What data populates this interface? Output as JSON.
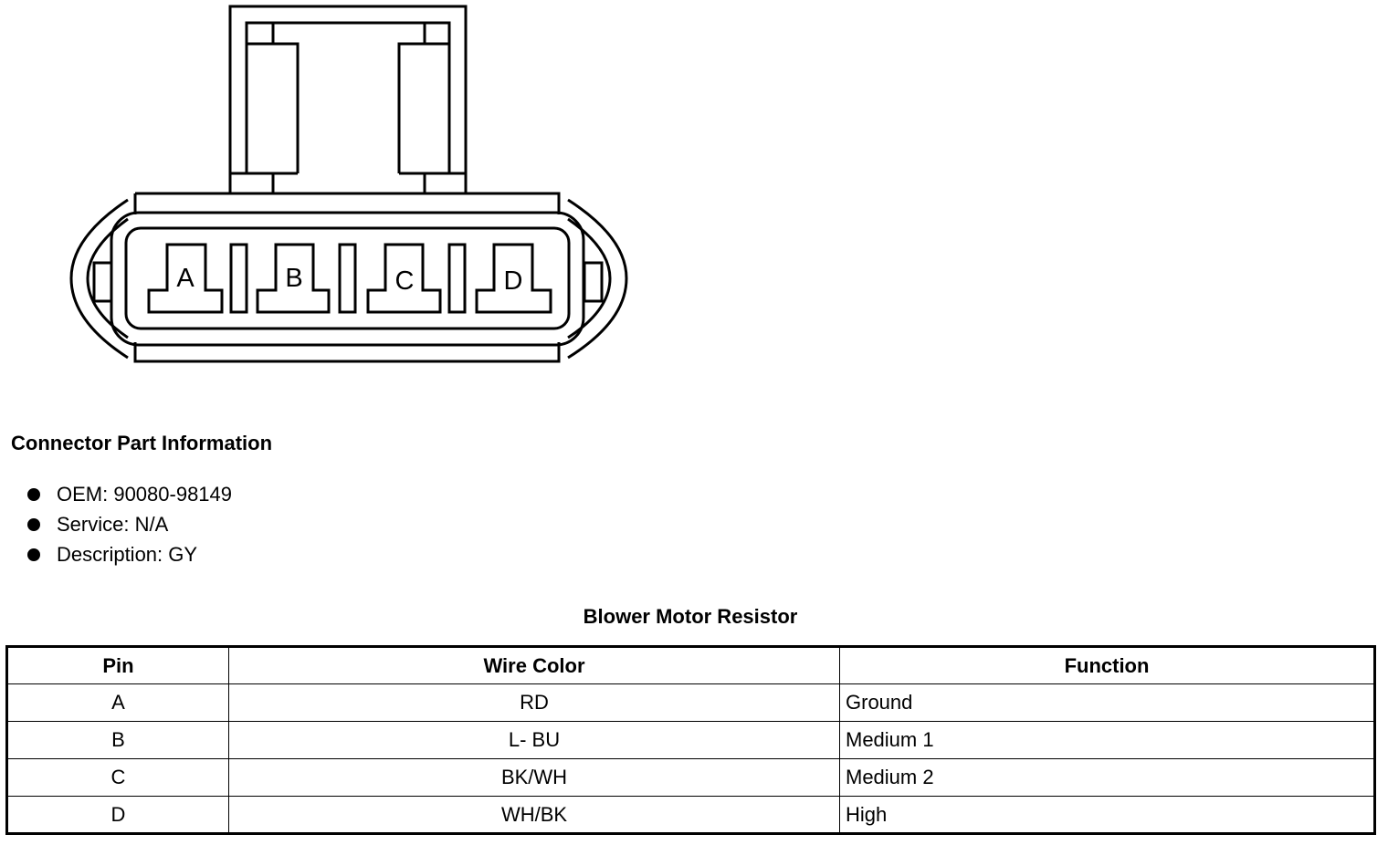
{
  "connector": {
    "pins": [
      "A",
      "B",
      "C",
      "D"
    ]
  },
  "part_info": {
    "heading": "Connector Part Information",
    "items": [
      "OEM: 90080-98149",
      "Service: N/A",
      "Description: GY"
    ]
  },
  "table": {
    "title": "Blower Motor Resistor",
    "headers": [
      "Pin",
      "Wire Color",
      "Function"
    ],
    "rows": [
      [
        "A",
        "RD",
        "Ground"
      ],
      [
        "B",
        "L- BU",
        "Medium 1"
      ],
      [
        "C",
        "BK/WH",
        "Medium 2"
      ],
      [
        "D",
        "WH/BK",
        "High"
      ]
    ]
  }
}
